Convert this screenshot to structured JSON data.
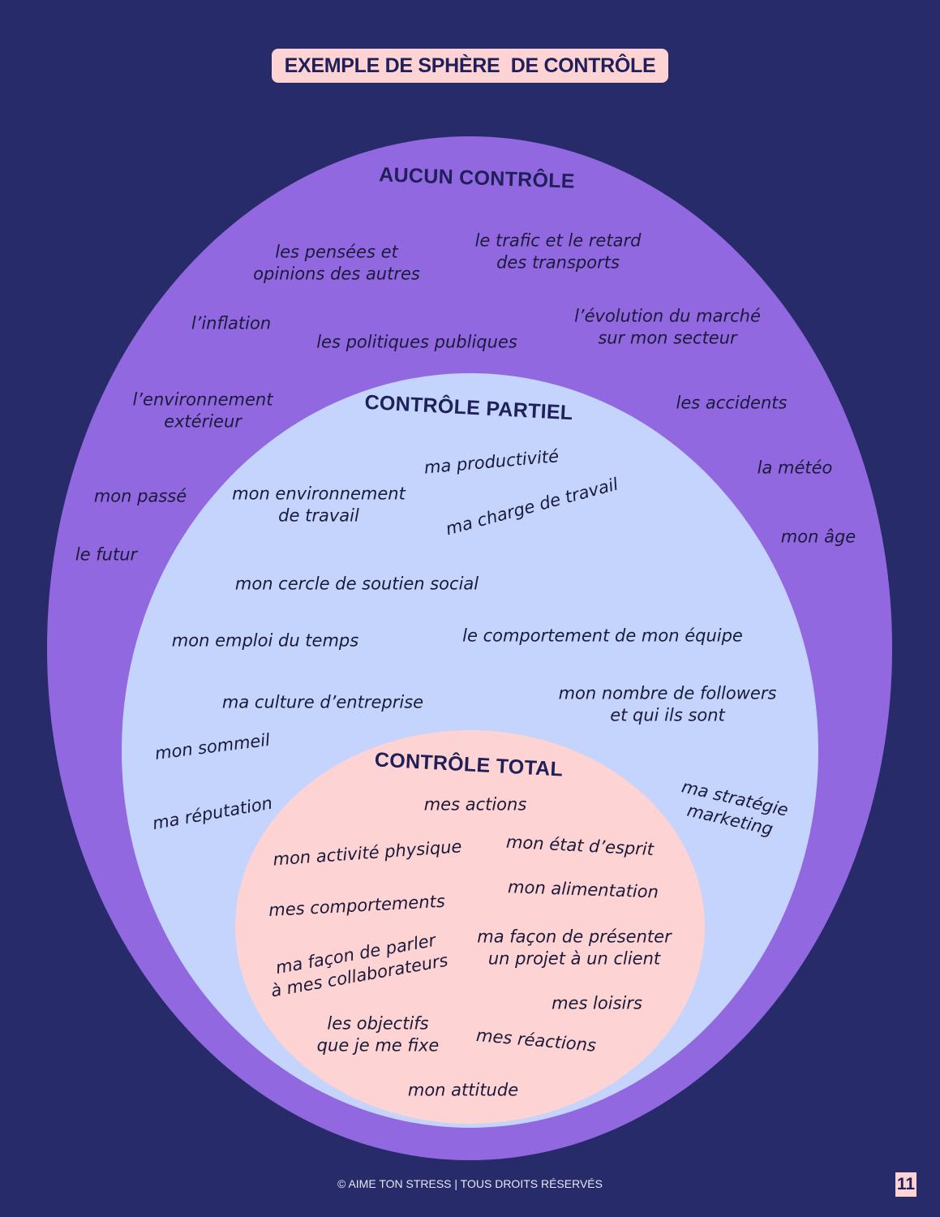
{
  "title": "EXEMPLE DE SPHÈRE  DE CONTRÔLE",
  "zones": {
    "none": {
      "title": "AUCUN CONTRÔLE",
      "items": [
        "les pensées et\nopinions des autres",
        "le trafic et le retard\ndes transports",
        "l’inflation",
        "les politiques publiques",
        "l’évolution du marché\nsur mon secteur",
        "l’environnement\nextérieur",
        "les accidents",
        "mon passé",
        "la météo",
        "le futur",
        "mon âge"
      ]
    },
    "partial": {
      "title": "CONTRÔLE PARTIEL",
      "items": [
        "ma productivité",
        "mon environnement\nde travail",
        "ma charge de travail",
        "mon cercle de soutien social",
        "mon emploi du temps",
        "le comportement de mon équipe",
        "ma culture d’entreprise",
        "mon nombre de followers\net qui ils sont",
        "mon sommeil",
        "ma réputation",
        "ma stratégie\nmarketing"
      ]
    },
    "total": {
      "title": "CONTRÔLE TOTAL",
      "items": [
        "mes actions",
        "mon activité physique",
        "mon état d’esprit",
        "mes comportements",
        "mon alimentation",
        "ma façon de parler\nà mes collaborateurs",
        "ma façon de présenter\nun projet à un client",
        "mes loisirs",
        "les objectifs\nque je me fixe",
        "mes réactions",
        "mon attitude"
      ]
    }
  },
  "footer": "©  AIME TON STRESS | TOUS DROITS RÉSERVÉS",
  "page_number": "11",
  "colors": {
    "background": "#282b69",
    "outer": "#9168e0",
    "middle": "#c4d4fc",
    "inner": "#fdd3d3",
    "text": "#1f1f5a"
  }
}
